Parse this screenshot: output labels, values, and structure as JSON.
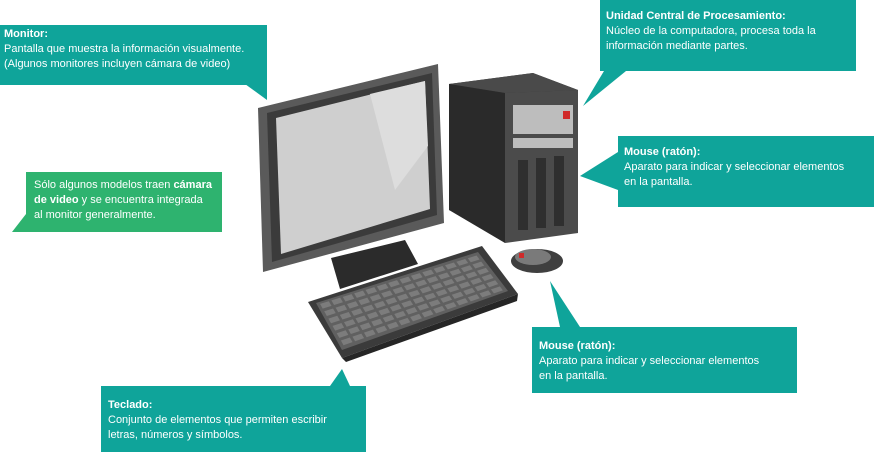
{
  "colors": {
    "callout_teal": "#0fa49a",
    "callout_green": "#2eb36f",
    "device_dark": "#3d3d3d",
    "screen_light": "#cfcfcf",
    "accent_red": "#d02a2a"
  },
  "callouts": {
    "monitor": {
      "title": "Monitor:",
      "line1": "Pantalla que muestra la información visualmente.",
      "line2": "(Algunos monitores incluyen cámara de video)"
    },
    "cpu": {
      "title": "Unidad Central de Procesamiento:",
      "line1": "Núcleo de la computadora, procesa toda la",
      "line2": "información mediante partes."
    },
    "mouse_top": {
      "title": "Mouse (ratón):",
      "line1": "Aparato para indicar y seleccionar elementos",
      "line2": "en la pantalla."
    },
    "mouse_bottom": {
      "title": "Mouse (ratón):",
      "line1": "Aparato para indicar y seleccionar elementos",
      "line2": "en la pantalla."
    },
    "camera": {
      "text_before": "Sólo algunos modelos traen ",
      "bold": "cámara de video",
      "text_after": " y se encuentra integrada al monitor generalmente."
    },
    "keyboard": {
      "title": "Teclado:",
      "line1": "Conjunto de elementos que permiten escribir",
      "line2": "letras, números y símbolos."
    }
  }
}
